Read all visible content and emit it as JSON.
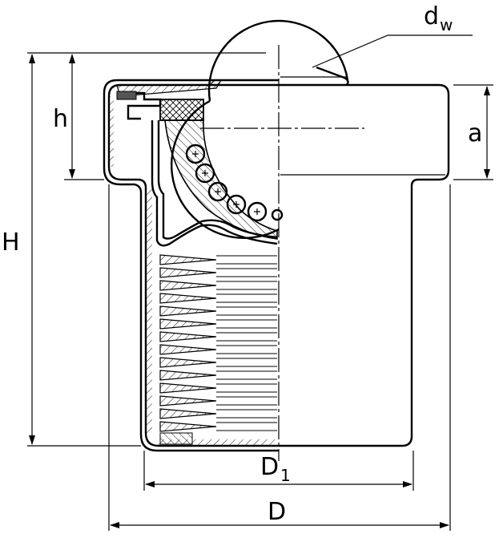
{
  "dimension_labels": {
    "dw": {
      "main": "d",
      "sub": "w"
    },
    "h": "h",
    "a": "a",
    "H": "H",
    "D1": {
      "main": "D",
      "sub": "1"
    },
    "D": "D"
  },
  "colors": {
    "line": "#000000",
    "background": "#ffffff"
  }
}
